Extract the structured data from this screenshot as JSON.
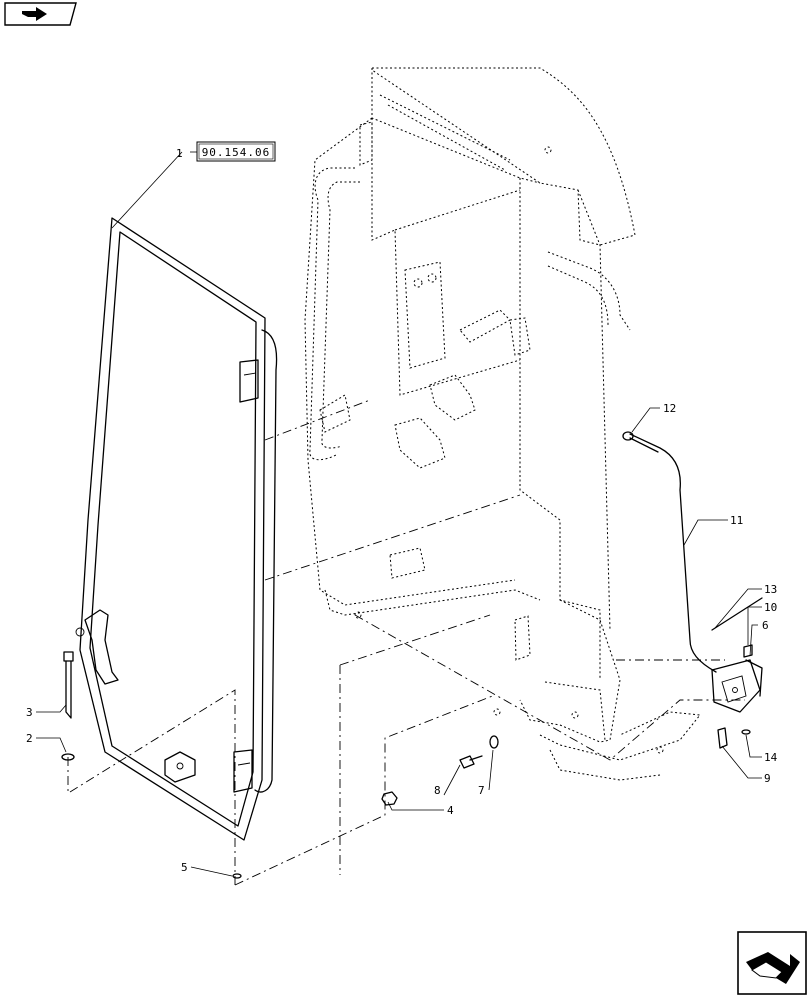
{
  "diagram": {
    "reference_box": "90.154.06",
    "callouts": [
      {
        "id": "c1",
        "label": "1"
      },
      {
        "id": "c2",
        "label": "2"
      },
      {
        "id": "c3",
        "label": "3"
      },
      {
        "id": "c4",
        "label": "4"
      },
      {
        "id": "c5",
        "label": "5"
      },
      {
        "id": "c6",
        "label": "6"
      },
      {
        "id": "c7",
        "label": "7"
      },
      {
        "id": "c8",
        "label": "8"
      },
      {
        "id": "c9",
        "label": "9"
      },
      {
        "id": "c10",
        "label": "10"
      },
      {
        "id": "c11",
        "label": "11"
      },
      {
        "id": "c12",
        "label": "12"
      },
      {
        "id": "c13",
        "label": "13"
      },
      {
        "id": "c14",
        "label": "14"
      }
    ]
  },
  "icons": {
    "top_left": "arrow-nav-icon",
    "bottom_right": "next-page-arrow-icon"
  }
}
